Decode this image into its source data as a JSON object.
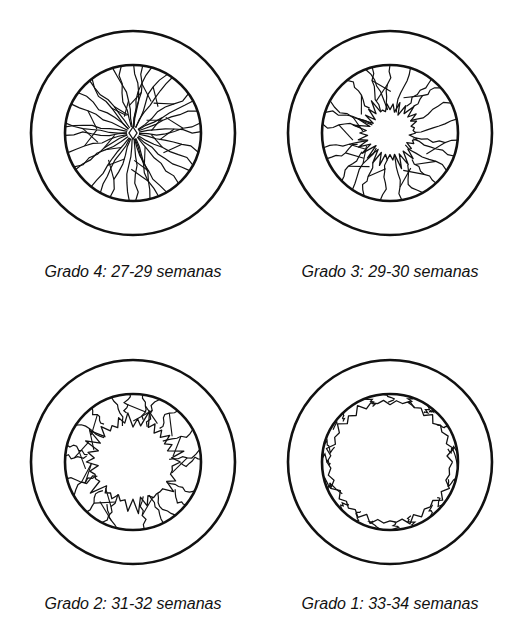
{
  "diagram": {
    "labels": [
      "Grado 4: 27-29 semanas",
      "Grado 3: 29-30 semanas",
      "Grado 2: 31-32 semanas",
      "Grado 1: 33-34 semanas"
    ]
  }
}
